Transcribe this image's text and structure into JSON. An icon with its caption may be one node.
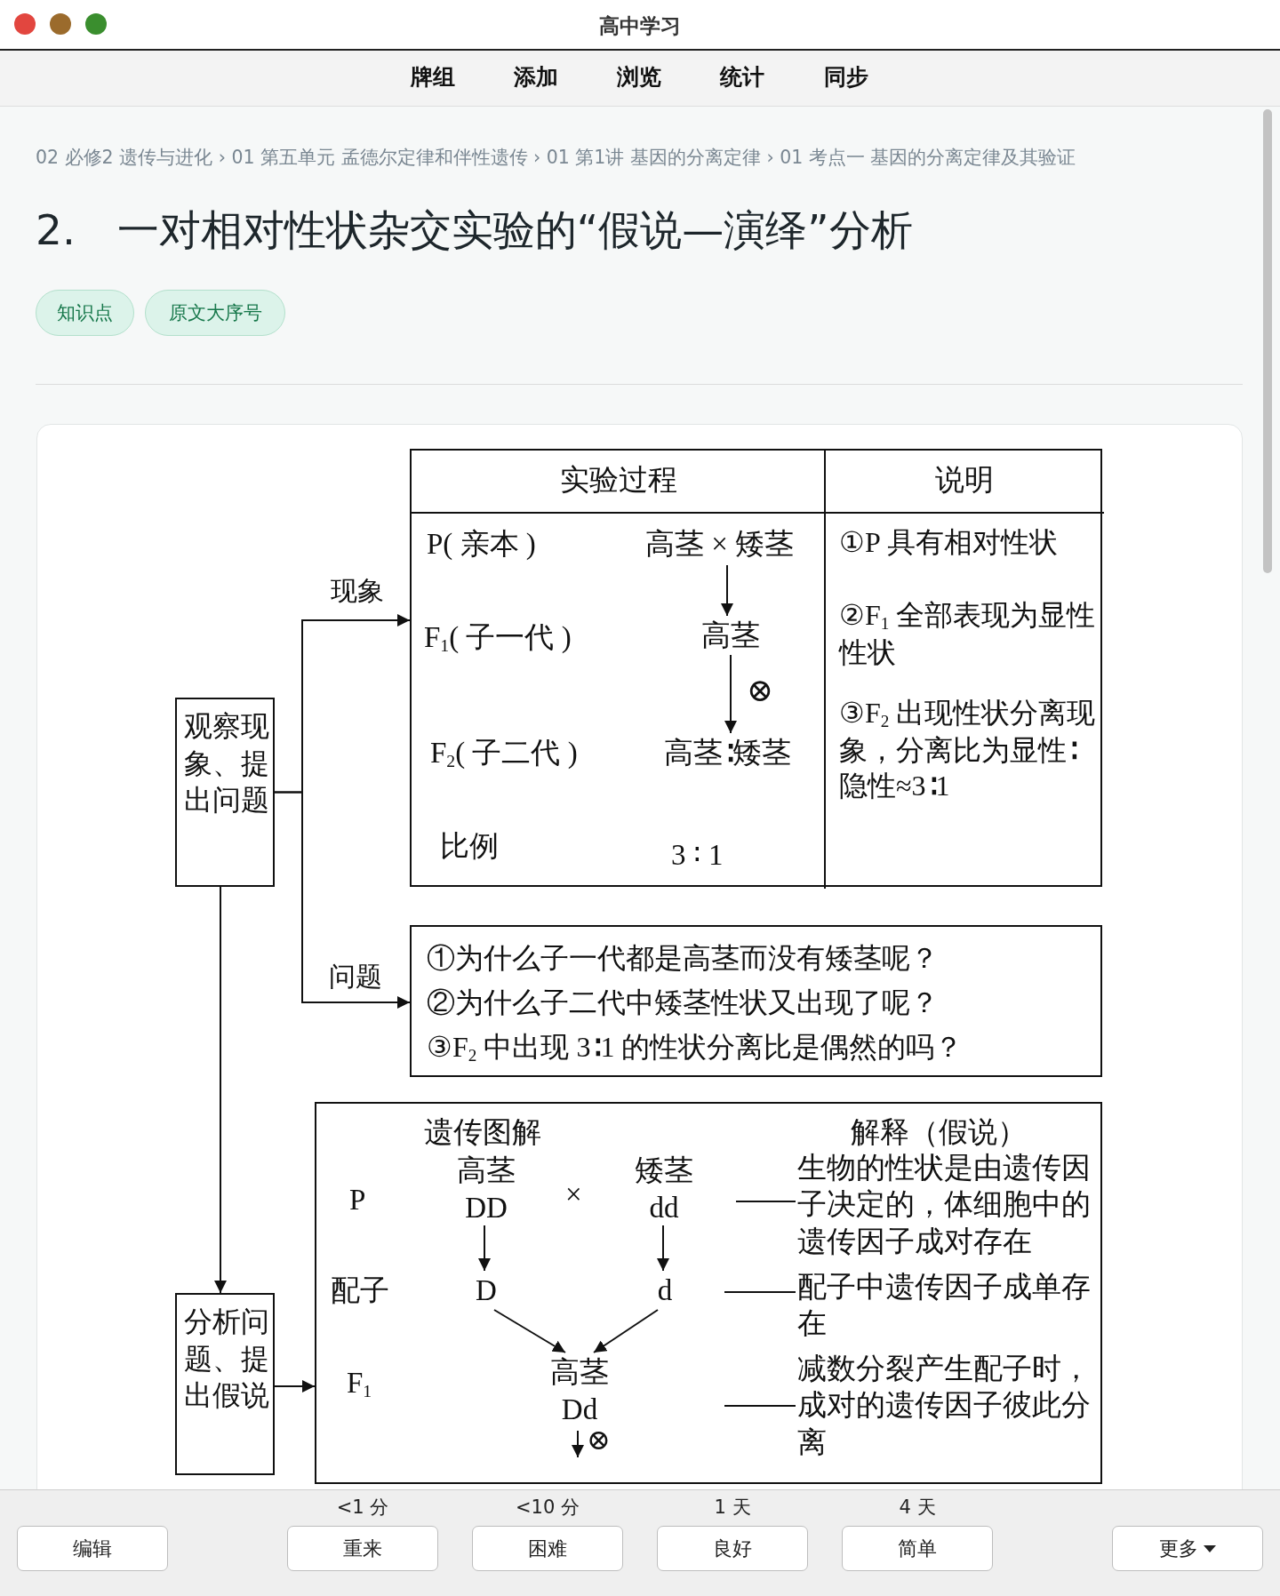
{
  "diagram": {
    "title": "2.　一对相对性状杂交实验的“假说—演绎”分析",
    "nodes": [
      {
        "text": [
          "观察现象、提出问题"
        ]
      },
      {
        "text": [
          "实验过程",
          "说明"
        ]
      },
      {
        "text": [
          "高茎 × 矮茎"
        ],
        "in": 1
      },
      {
        "text": [
          "高茎"
        ],
        "in": 1
      },
      {
        "text": [
          "高茎∶矮茎"
        ],
        "in": 1
      },
      {
        "text": [
          "①为什么子一代都是高茎而没有矮茎呢？",
          "②为什么子二代中矮茎性状又出现了呢？",
          "③F$_{2}$ 中出现 3∶1 的性状分离比是偶然的吗？"
        ]
      },
      {
        "text": [
          "遗传图解",
          "解释（假说）"
        ]
      },
      {
        "text": [
          "高茎",
          "DD"
        ],
        "in": 6
      },
      {
        "text": [
          "矮茎",
          "dd"
        ],
        "in": 6
      },
      {
        "text": [
          "D"
        ],
        "in": 6
      },
      {
        "text": [
          "d"
        ],
        "in": 6
      },
      {
        "text": [
          "高茎",
          "Dd"
        ],
        "in": 6
      },
      {
        "text": [
          "生物的性状是由遗传因子决定的，体细胞中的遗传因子成对存在"
        ],
        "in": 6
      },
      {
        "text": [
          "配子中遗传因子成单存在"
        ],
        "in": 6
      },
      {
        "text": [
          "减数分裂产生配子时，成对的遗传因子彼此分离"
        ],
        "in": 6
      },
      {
        "text": [
          "分析问题、提出假说"
        ]
      }
    ],
    "edges": [
      {
        "from": 0,
        "to": 1,
        "arrow": "to",
        "label": "现象"
      },
      {
        "from": 0,
        "to": 5,
        "arrow": "to",
        "label": "问题"
      },
      {
        "from": 0,
        "to": 15,
        "arrow": "to"
      },
      {
        "from": 15,
        "to": 6,
        "arrow": "to"
      },
      {
        "from": 2,
        "to": 3,
        "arrow": "to"
      },
      {
        "from": 3,
        "to": 4,
        "arrow": "to",
        "label": "⊗"
      },
      {
        "from": 7,
        "to": 9,
        "arrow": "to"
      },
      {
        "from": 8,
        "to": 10,
        "arrow": "to"
      },
      {
        "from": 9,
        "to": 11,
        "arrow": "to"
      },
      {
        "from": 10,
        "to": 11,
        "arrow": "to"
      },
      {
        "from": null,
        "to": 12,
        "arrow": "none"
      },
      {
        "from": null,
        "to": 13,
        "arrow": "none"
      },
      {
        "from": null,
        "to": 14,
        "arrow": "none"
      },
      {
        "from": 11,
        "to": null,
        "arrow": "to",
        "label": "⊗"
      }
    ],
    "labels": [
      "高中学习",
      "牌组",
      "添加",
      "浏览",
      "统计",
      "同步",
      "02 必修2 遗传与进化 › 01 第五单元 孟德尔定律和伴性遗传 › 01 第1讲 基因的分离定律 › 01 考点一 基因的分离定律及其验证",
      "知识点",
      "原文大序号",
      "P( 亲本 )",
      "F$_{1}$( 子一代 )",
      "F$_{2}$( 子二代 )",
      "比例",
      "3 ∶ 1",
      "①P 具有相对性状",
      "②F$_{1}$ 全部表现为显性性状",
      "③F$_{2}$ 出现性状分离现象，分离比为显性∶隐性≈3∶1",
      "P",
      "配子",
      "F$_{1}$",
      "×",
      "<1 分",
      "<10 分",
      "1 天",
      "4 天",
      "编辑",
      "重来",
      "困难",
      "良好",
      "简单",
      "更多"
    ]
  }
}
